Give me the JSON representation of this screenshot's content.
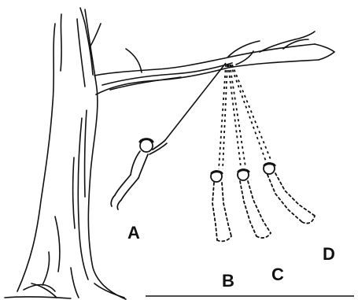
{
  "labels": {
    "a": "A",
    "b": "B",
    "c": "C",
    "d": "D"
  },
  "colors": {
    "ink": "#111111",
    "paper": "#ffffff"
  },
  "icons": [
    "tree-icon",
    "swinging-boy-icon",
    "hanging-figure-icon"
  ]
}
